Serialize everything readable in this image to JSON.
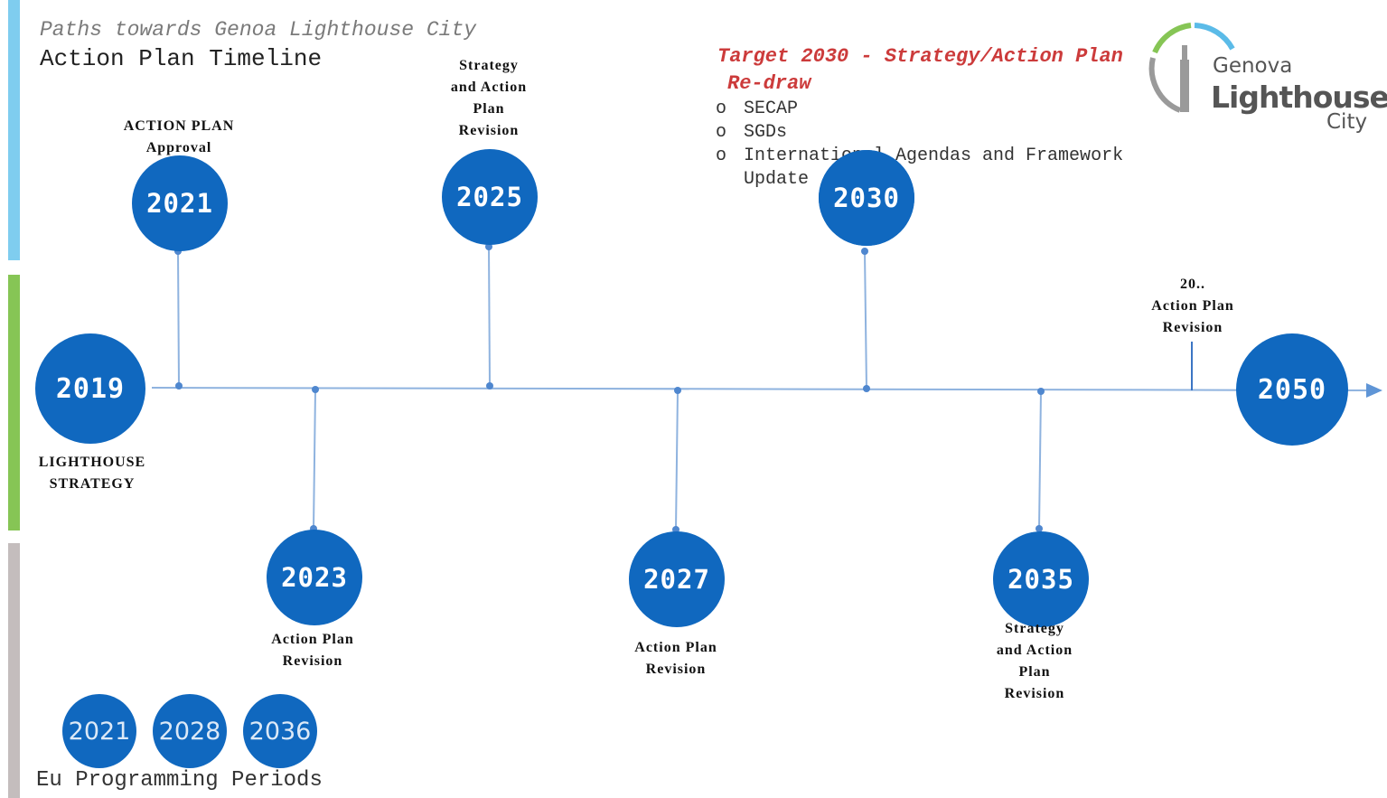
{
  "header": {
    "subtitle": "Paths towards Genoa Lighthouse City",
    "title": "Action Plan Timeline"
  },
  "colors": {
    "milestone": "#1068bf",
    "line": "#8fb3df",
    "target_text": "#cc3b3b",
    "bar_top": "#7fcdef",
    "bar_middle": "#86c555",
    "bar_bottom": "#c4bdbd"
  },
  "milestones": [
    {
      "year": "2019",
      "label_lines": [
        "LIGHTHOUSE",
        "STRATEGY"
      ]
    },
    {
      "year": "2021",
      "label_lines": [
        "ACTION PLAN",
        "Approval"
      ]
    },
    {
      "year": "2023",
      "label_lines": [
        "Action Plan",
        "Revision"
      ]
    },
    {
      "year": "2025",
      "label_lines": [
        "Strategy",
        "and Action",
        "Plan",
        "Revision"
      ]
    },
    {
      "year": "2027",
      "label_lines": [
        "Action Plan",
        "Revision"
      ]
    },
    {
      "year": "2030",
      "label_lines": []
    },
    {
      "year": "2035",
      "label_lines": [
        "Strategy",
        "and Action",
        "Plan",
        "Revision"
      ]
    },
    {
      "year": "2050",
      "label_lines": []
    }
  ],
  "extra_marker": {
    "label_lines": [
      "20..",
      "Action Plan",
      "Revision"
    ]
  },
  "target": {
    "title": "Target 2030 - Strategy/Action Plan",
    "subtitle": "Re-draw",
    "items": [
      "SECAP",
      "SGDs",
      "International Agendas and  Framework",
      "Update"
    ],
    "bullet": "o"
  },
  "logo": {
    "line1": "Genova",
    "line2": "Lighthouse",
    "line3": "City"
  },
  "eu": {
    "label": "Eu Programming Periods",
    "years": [
      "2021",
      "2028",
      "2036"
    ]
  }
}
